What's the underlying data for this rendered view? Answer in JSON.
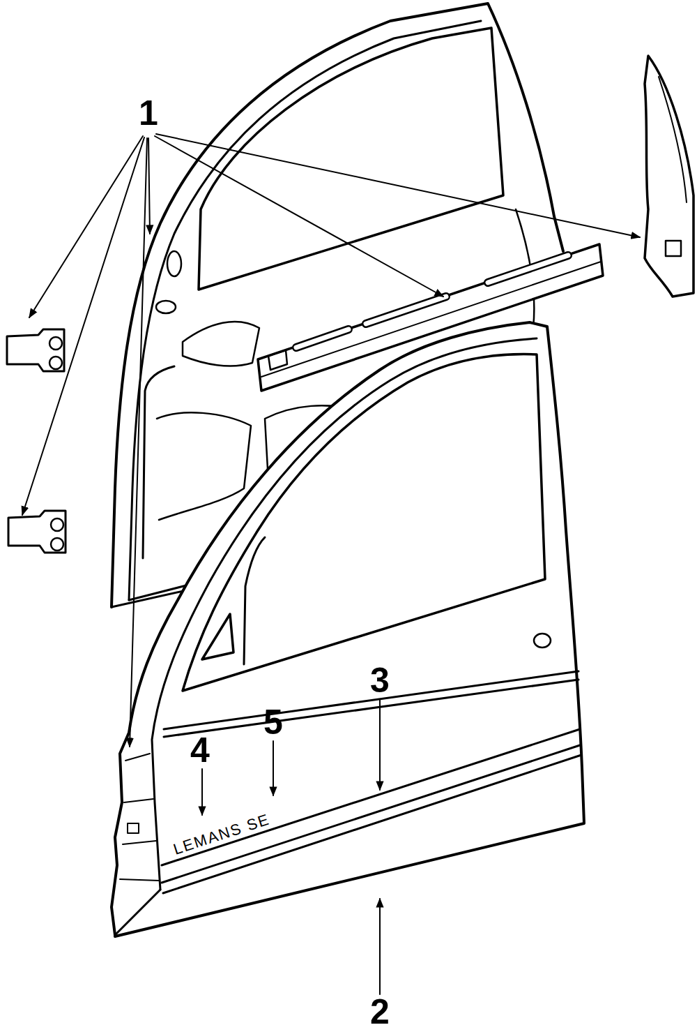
{
  "diagram": {
    "labels": [
      "1",
      "3",
      "5",
      "4",
      "LEMANS SE",
      "2"
    ]
  }
}
